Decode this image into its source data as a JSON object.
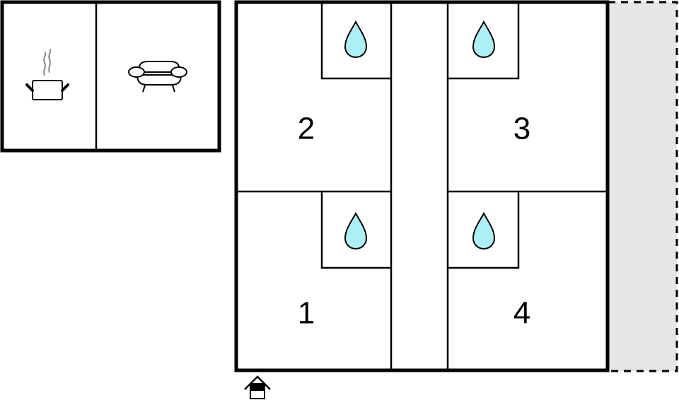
{
  "diagram": {
    "type": "floor-plan",
    "colors": {
      "wall": "#000000",
      "background": "#ffffff",
      "water_drop": "#aaf0f4",
      "outdoor_area": "#e6e6e6"
    },
    "annex": {
      "rooms": [
        {
          "name": "kitchen",
          "icon": "cooking-pot-icon"
        },
        {
          "name": "living-room",
          "icon": "sofa-icon"
        }
      ]
    },
    "main_building": {
      "bedrooms": [
        {
          "label": "2",
          "bathroom_icon": "water-drop-icon"
        },
        {
          "label": "3",
          "bathroom_icon": "water-drop-icon"
        },
        {
          "label": "1",
          "bathroom_icon": "water-drop-icon"
        },
        {
          "label": "4",
          "bathroom_icon": "water-drop-icon"
        }
      ],
      "corridor": "central-hallway"
    },
    "outdoor": {
      "name": "terrace",
      "style": "dashed-outline"
    },
    "entrance": {
      "icon": "entrance-house-icon"
    }
  }
}
